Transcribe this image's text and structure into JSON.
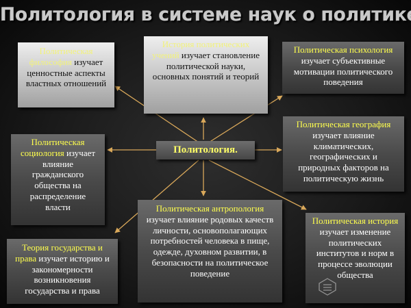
{
  "title": "Политология в системе наук о политике",
  "center": {
    "label": "Политология",
    "dot": "."
  },
  "boxes": {
    "philosophy": {
      "highlight": "Политическая философия",
      "rest": " изучает ценностные аспекты властных отношений"
    },
    "history_teachings": {
      "highlight": "История политических учений",
      "rest": " изучает становление политической науки, основных понятий и теорий"
    },
    "psychology": {
      "highlight": "Политическая психология",
      "rest": " изучает субъективные мотивации политического поведения"
    },
    "sociology": {
      "highlight": "Политическая социология",
      "rest": " изучает влияние гражданского общества на распределение власти"
    },
    "geography": {
      "highlight": "Политическая география",
      "rest": " изучает влияние климатических, географических и природных факторов на политическую жизнь"
    },
    "state_law": {
      "highlight": "Теория государства и права",
      "rest": " изучает историю и закономерности возникновения государства и права"
    },
    "anthropology": {
      "highlight": "Политическая антропология",
      "rest": " изучает влияние родовых качеств личности, основополагающих потребностей человека в пище, одежде, духовном развитии, в безопасности на политическое поведение"
    },
    "history": {
      "highlight": "Политическая история",
      "rest": " изучает изменение политических институтов и норм в процессе эволюции общества"
    }
  },
  "colors": {
    "arrow": "#d9a85a",
    "highlight": "#ffff4d"
  }
}
